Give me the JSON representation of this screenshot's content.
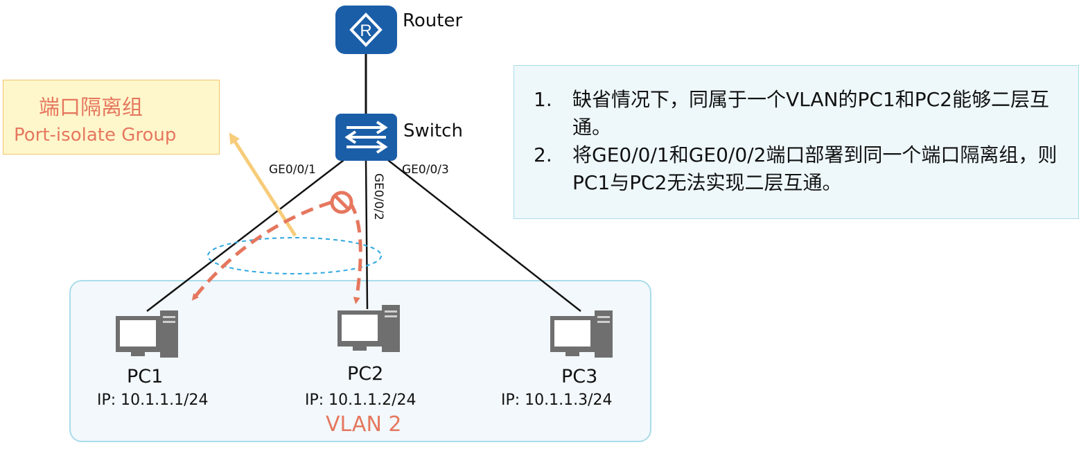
{
  "devices": {
    "router_label": "Router",
    "switch_label": "Switch"
  },
  "ports": {
    "p1": "GE0/0/1",
    "p2": "GE0/0/2",
    "p3": "GE0/0/3"
  },
  "pcs": [
    {
      "name": "PC1",
      "ip": "IP: 10.1.1.1/24"
    },
    {
      "name": "PC2",
      "ip": "IP: 10.1.1.2/24"
    },
    {
      "name": "PC3",
      "ip": "IP: 10.1.1.3/24"
    }
  ],
  "vlan_label": "VLAN 2",
  "isolate_group": {
    "zh": "端口隔离组",
    "en": "Port-isolate Group"
  },
  "notes": [
    {
      "num": "1.",
      "text": "缺省情况下，同属于一个VLAN的PC1和PC2能够二层互通。"
    },
    {
      "num": "2.",
      "text": "将GE0/0/1和GE0/0/2端口部署到同一个端口隔离组，则PC1与PC2无法实现二层互通。"
    }
  ],
  "colors": {
    "device_blue": "#1a5ea8",
    "accent_red": "#e5775e",
    "group_fill": "#fff7cc",
    "group_arrow": "#f7cc7a",
    "vlan_border": "#a9dcea",
    "pc_gray": "#6f6f6f"
  }
}
